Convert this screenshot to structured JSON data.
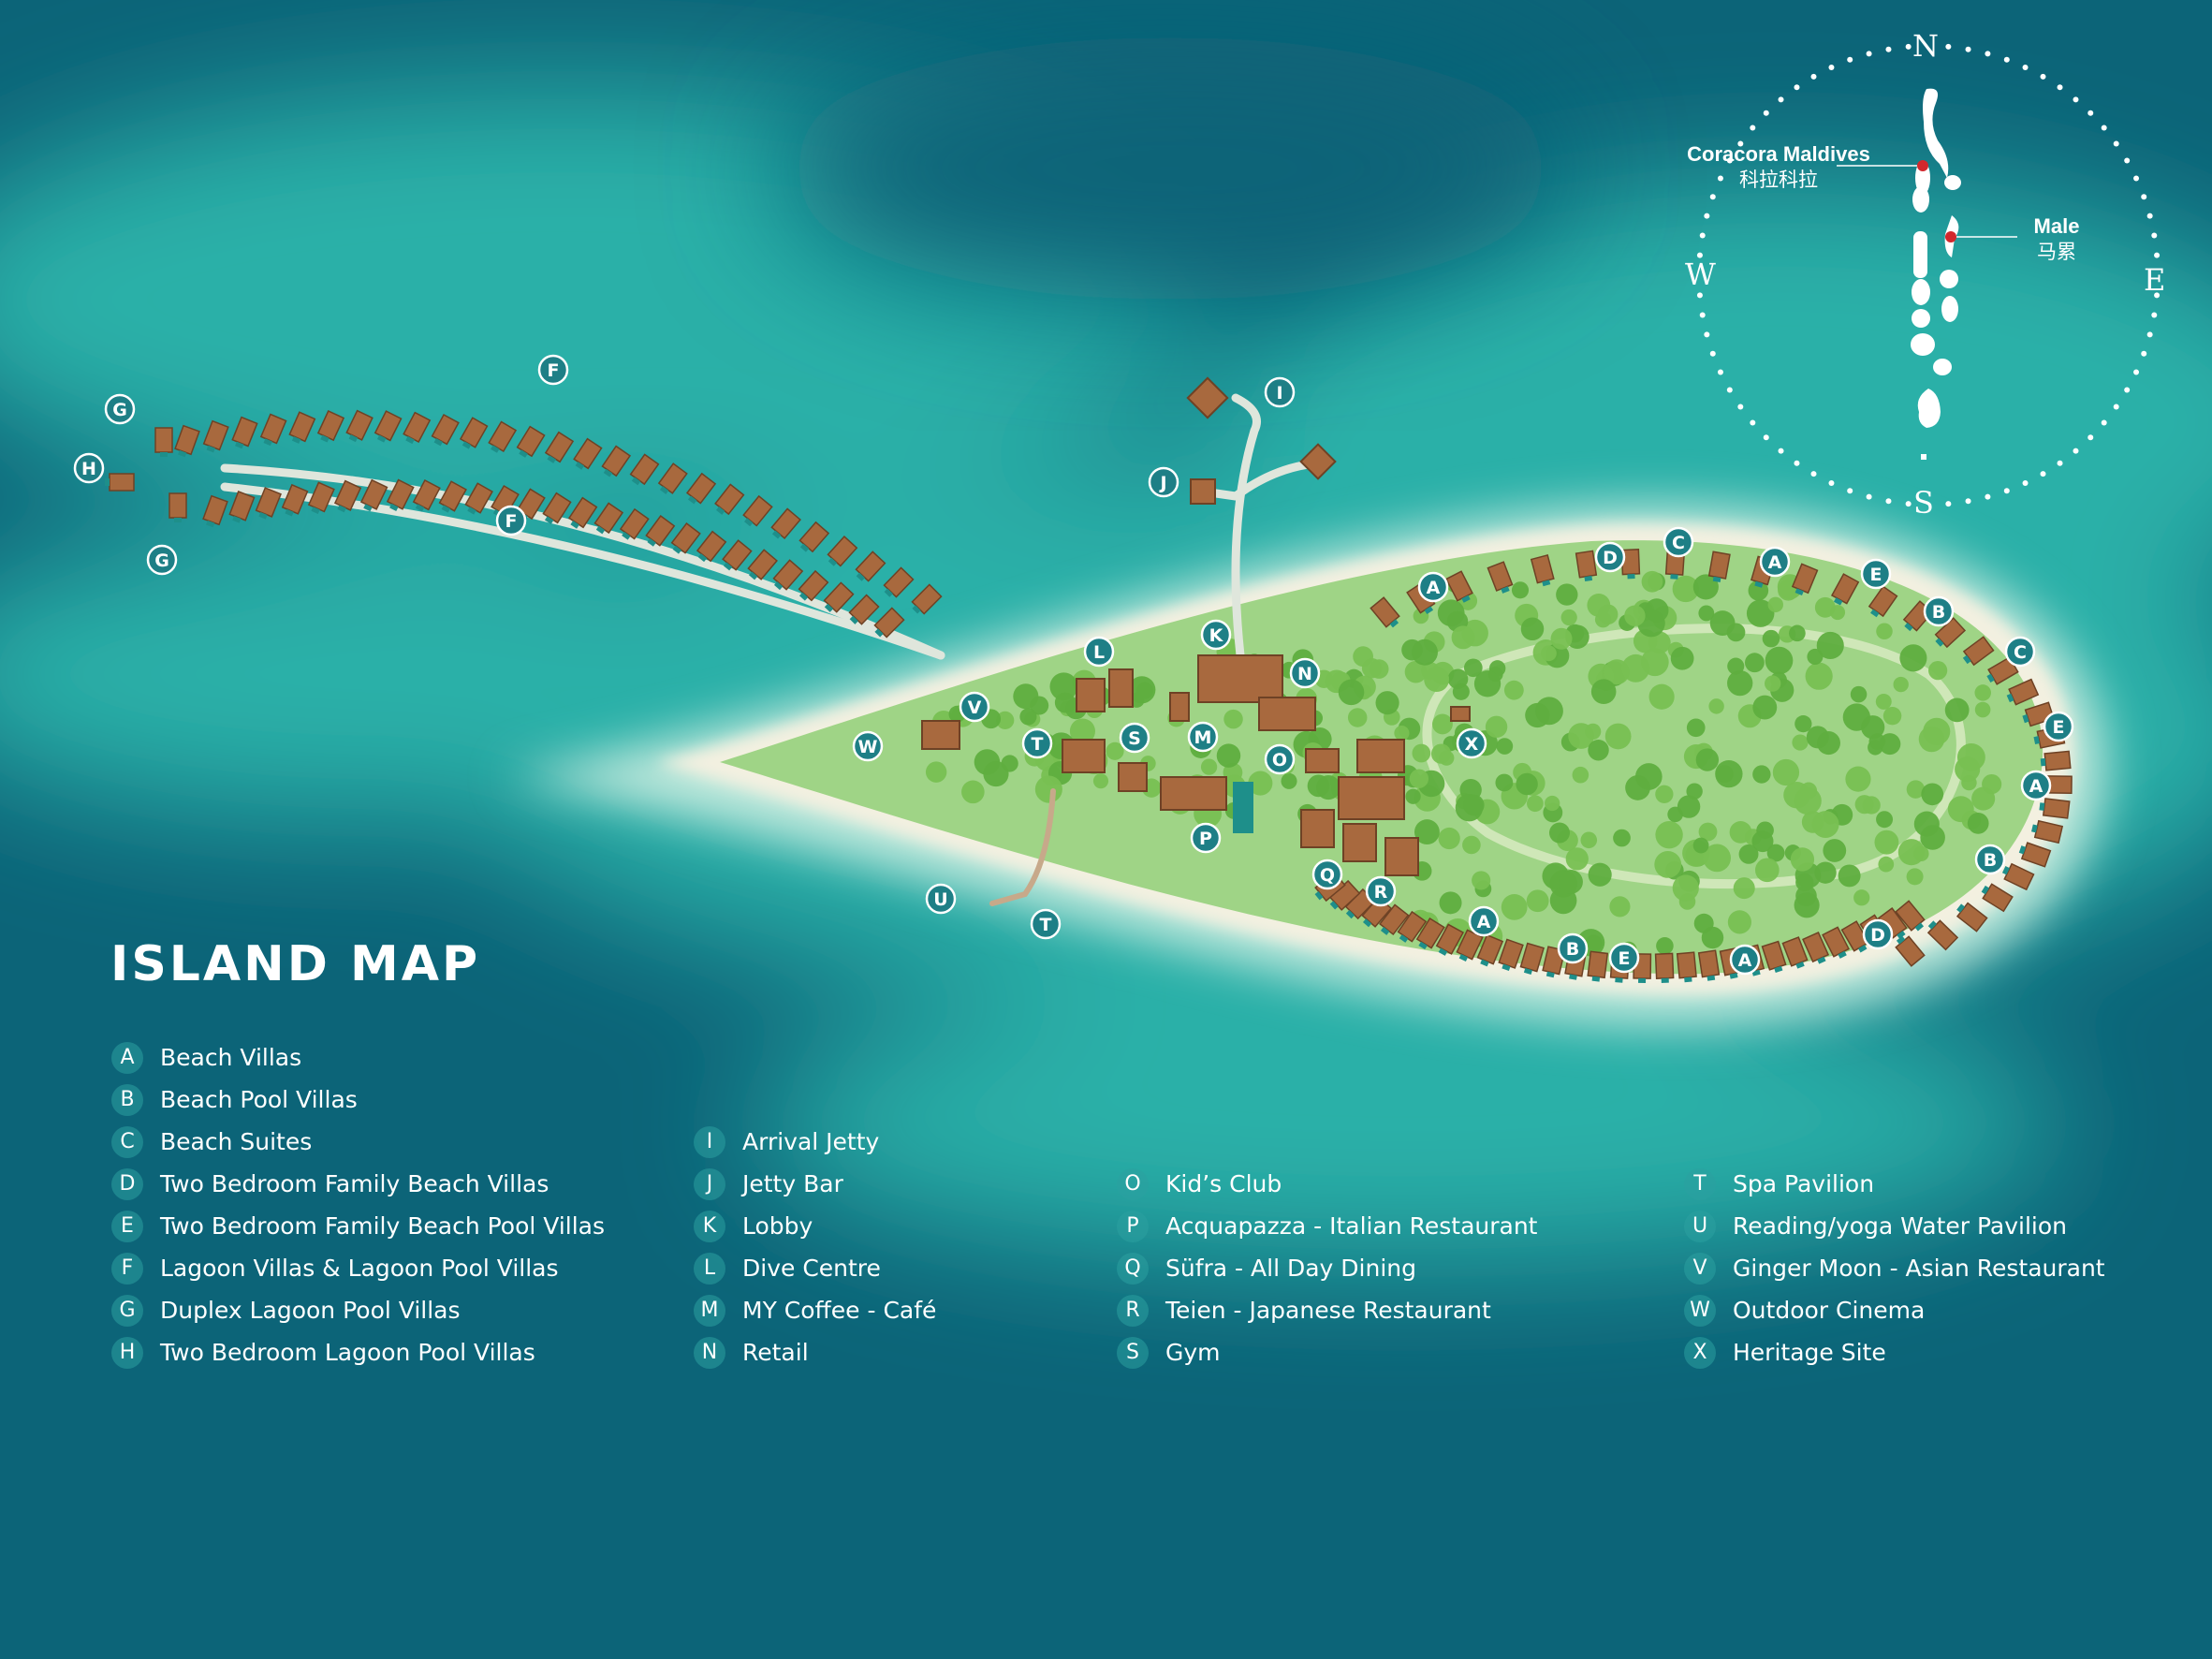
{
  "title": "ISLAND MAP",
  "colors": {
    "deep_water": "#0c6478",
    "lagoon": "#2bb0a8",
    "sand": "#f3f0e0",
    "land": "#9fd486",
    "roof": "#a8693e",
    "marker": "#1e7f86"
  },
  "compass": {
    "north": "N",
    "south": "S",
    "east": "E",
    "west": "W",
    "resort_name": "Coracora Maldives",
    "resort_name_cn": "科拉科拉",
    "capital_name": "Male",
    "capital_name_cn": "马累"
  },
  "legend": {
    "col1": [
      {
        "key": "A",
        "label": "Beach Villas"
      },
      {
        "key": "B",
        "label": "Beach Pool Villas"
      },
      {
        "key": "C",
        "label": "Beach Suites"
      },
      {
        "key": "D",
        "label": "Two Bedroom Family Beach Villas"
      },
      {
        "key": "E",
        "label": "Two Bedroom Family Beach Pool Villas"
      },
      {
        "key": "F",
        "label": "Lagoon Villas & Lagoon Pool Villas"
      },
      {
        "key": "G",
        "label": "Duplex Lagoon Pool Villas"
      },
      {
        "key": "H",
        "label": "Two Bedroom Lagoon Pool Villas"
      }
    ],
    "col2": [
      {
        "key": "I",
        "label": "Arrival Jetty"
      },
      {
        "key": "J",
        "label": "Jetty Bar"
      },
      {
        "key": "K",
        "label": "Lobby"
      },
      {
        "key": "L",
        "label": "Dive Centre"
      },
      {
        "key": "M",
        "label": "MY Coffee - Café"
      },
      {
        "key": "N",
        "label": "Retail"
      }
    ],
    "col3": [
      {
        "key": "O",
        "label": "Kid’s Club"
      },
      {
        "key": "P",
        "label": "Acquapazza -  Italian Restaurant"
      },
      {
        "key": "Q",
        "label": "Süfra - All Day Dining"
      },
      {
        "key": "R",
        "label": "Teien - Japanese Restaurant"
      },
      {
        "key": "S",
        "label": "Gym"
      }
    ],
    "col4": [
      {
        "key": "T",
        "label": "Spa Pavilion"
      },
      {
        "key": "U",
        "label": "Reading/yoga Water Pavilion"
      },
      {
        "key": "V",
        "label": "Ginger Moon - Asian Restaurant"
      },
      {
        "key": "W",
        "label": "Outdoor Cinema"
      },
      {
        "key": "X",
        "label": "Heritage Site"
      }
    ]
  },
  "map_markers": [
    "G",
    "H",
    "G",
    "F",
    "F",
    "I",
    "J",
    "K",
    "L",
    "N",
    "V",
    "W",
    "T",
    "S",
    "M",
    "O",
    "P",
    "Q",
    "R",
    "X",
    "U",
    "T",
    "A",
    "D",
    "C",
    "A",
    "E",
    "B",
    "C",
    "E",
    "A",
    "B",
    "D",
    "A",
    "E",
    "B",
    "A"
  ]
}
